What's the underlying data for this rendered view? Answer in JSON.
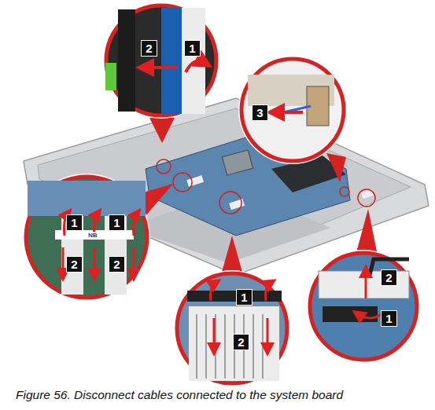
{
  "diagram": {
    "caption": "Figure 56. Disconnect cables connected to the system board",
    "labels": [
      "2",
      "1",
      "3",
      "1",
      "1",
      "NB",
      "2",
      "2",
      "1",
      "2",
      "2",
      "1"
    ]
  }
}
